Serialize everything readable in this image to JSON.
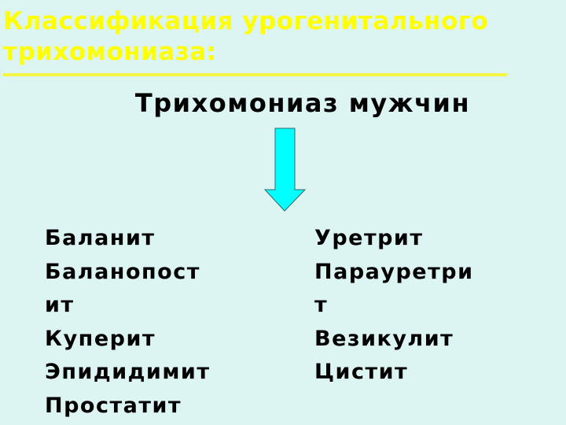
{
  "slide": {
    "title_lines": [
      "Классификация урогенитального",
      "трихомониаза:"
    ],
    "subtitle": "Трихомониаз мужчин",
    "arrow": {
      "icon": "down-arrow-icon",
      "fill": "#00ffff",
      "stroke": "#336666"
    },
    "left_column": [
      "Баланит",
      "Баланопост",
      "ит",
      "Куперит",
      "Эпидидимит",
      "Простатит"
    ],
    "right_column": [
      "Уретрит",
      "Парауретри",
      "т",
      "Везикулит",
      "Цистит"
    ],
    "colors": {
      "background": "#dcf5f2",
      "title": "#ffff00",
      "text": "#000000"
    }
  }
}
